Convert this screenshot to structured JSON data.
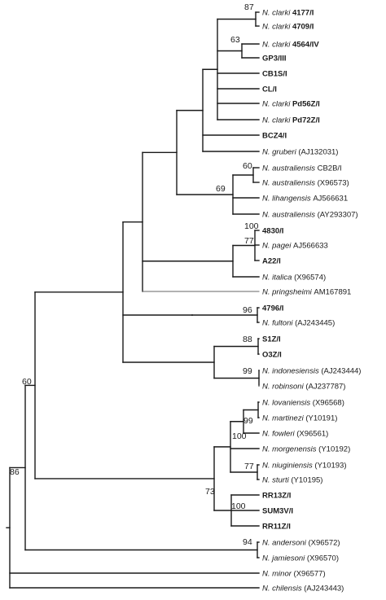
{
  "taxa": [
    {
      "id": "t1",
      "species": "N. clarki",
      "label": "4177/I"
    },
    {
      "id": "t2",
      "species": "N. clarki",
      "label": "4709/I"
    },
    {
      "id": "t3",
      "species": "N. clarki",
      "label": "4564/IV"
    },
    {
      "id": "t4",
      "species": "",
      "label": "GP3/III"
    },
    {
      "id": "t5",
      "species": "",
      "label": "CB1S/I"
    },
    {
      "id": "t6",
      "species": "",
      "label": "CL/I"
    },
    {
      "id": "t7",
      "species": "N. clarki",
      "label": "Pd56Z/I"
    },
    {
      "id": "t8",
      "species": "N. clarki",
      "label": "Pd72Z/I"
    },
    {
      "id": "t9",
      "species": "",
      "label": "BCZ4/I"
    },
    {
      "id": "t10",
      "species": "N. gruberi",
      "label": "(AJ132031)"
    },
    {
      "id": "t11",
      "species": "N. australiensis",
      "label": "CB2B/I"
    },
    {
      "id": "t12",
      "species": "N. australiensis",
      "label": "(X96573)"
    },
    {
      "id": "t13",
      "species": "N. lihangensis",
      "label": "AJ566631"
    },
    {
      "id": "t14",
      "species": "N. australiensis",
      "label": "(AY293307)"
    },
    {
      "id": "t15",
      "species": "",
      "label": "4830/I"
    },
    {
      "id": "t16",
      "species": "N. pagei",
      "label": "AJ566633"
    },
    {
      "id": "t17",
      "species": "",
      "label": "A22/I"
    },
    {
      "id": "t18",
      "species": "N. italica",
      "label": "(X96574)"
    },
    {
      "id": "t19",
      "species": "N. pringsheimi",
      "label": "AM167891"
    },
    {
      "id": "t20",
      "species": "",
      "label": "4796/I"
    },
    {
      "id": "t21",
      "species": "N. fultoni",
      "label": "(AJ243445)"
    },
    {
      "id": "t22",
      "species": "",
      "label": "S1Z/I"
    },
    {
      "id": "t23",
      "species": "",
      "label": "O3Z/I"
    },
    {
      "id": "t24",
      "species": "N. indonesiensis",
      "label": "(AJ243444)"
    },
    {
      "id": "t25",
      "species": "N. robinsoni",
      "label": "(AJ237787)"
    },
    {
      "id": "t26",
      "species": "N. lovaniensis",
      "label": "(X96568)"
    },
    {
      "id": "t27",
      "species": "N. martinezi",
      "label": "(Y10191)"
    },
    {
      "id": "t28",
      "species": "N. fowleri",
      "label": "(X96561)"
    },
    {
      "id": "t29",
      "species": "N. morgenensis",
      "label": "(Y10192)"
    },
    {
      "id": "t30",
      "species": "N. niuginiensis",
      "label": "(Y10193)"
    },
    {
      "id": "t31",
      "species": "N. sturti",
      "label": "(Y10195)"
    },
    {
      "id": "t32",
      "species": "",
      "label": "RR13Z/I"
    },
    {
      "id": "t33",
      "species": "",
      "label": "SUM3V/I"
    },
    {
      "id": "t34",
      "species": "",
      "label": "RR11Z/I"
    },
    {
      "id": "t35",
      "species": "N. andersoni",
      "label": "(X96572)"
    },
    {
      "id": "t36",
      "species": "N. jamiesoni",
      "label": "(X96570)"
    },
    {
      "id": "t37",
      "species": "N. minor",
      "label": "(X96577)"
    },
    {
      "id": "t38",
      "species": "N. chilensis",
      "label": "(AJ243443)"
    }
  ],
  "bootstrap": [
    "87",
    "63",
    "60",
    "69",
    "100",
    "77",
    "96",
    "88",
    "99",
    "60",
    "99",
    "100",
    "77",
    "100",
    "73",
    "94",
    "86"
  ]
}
